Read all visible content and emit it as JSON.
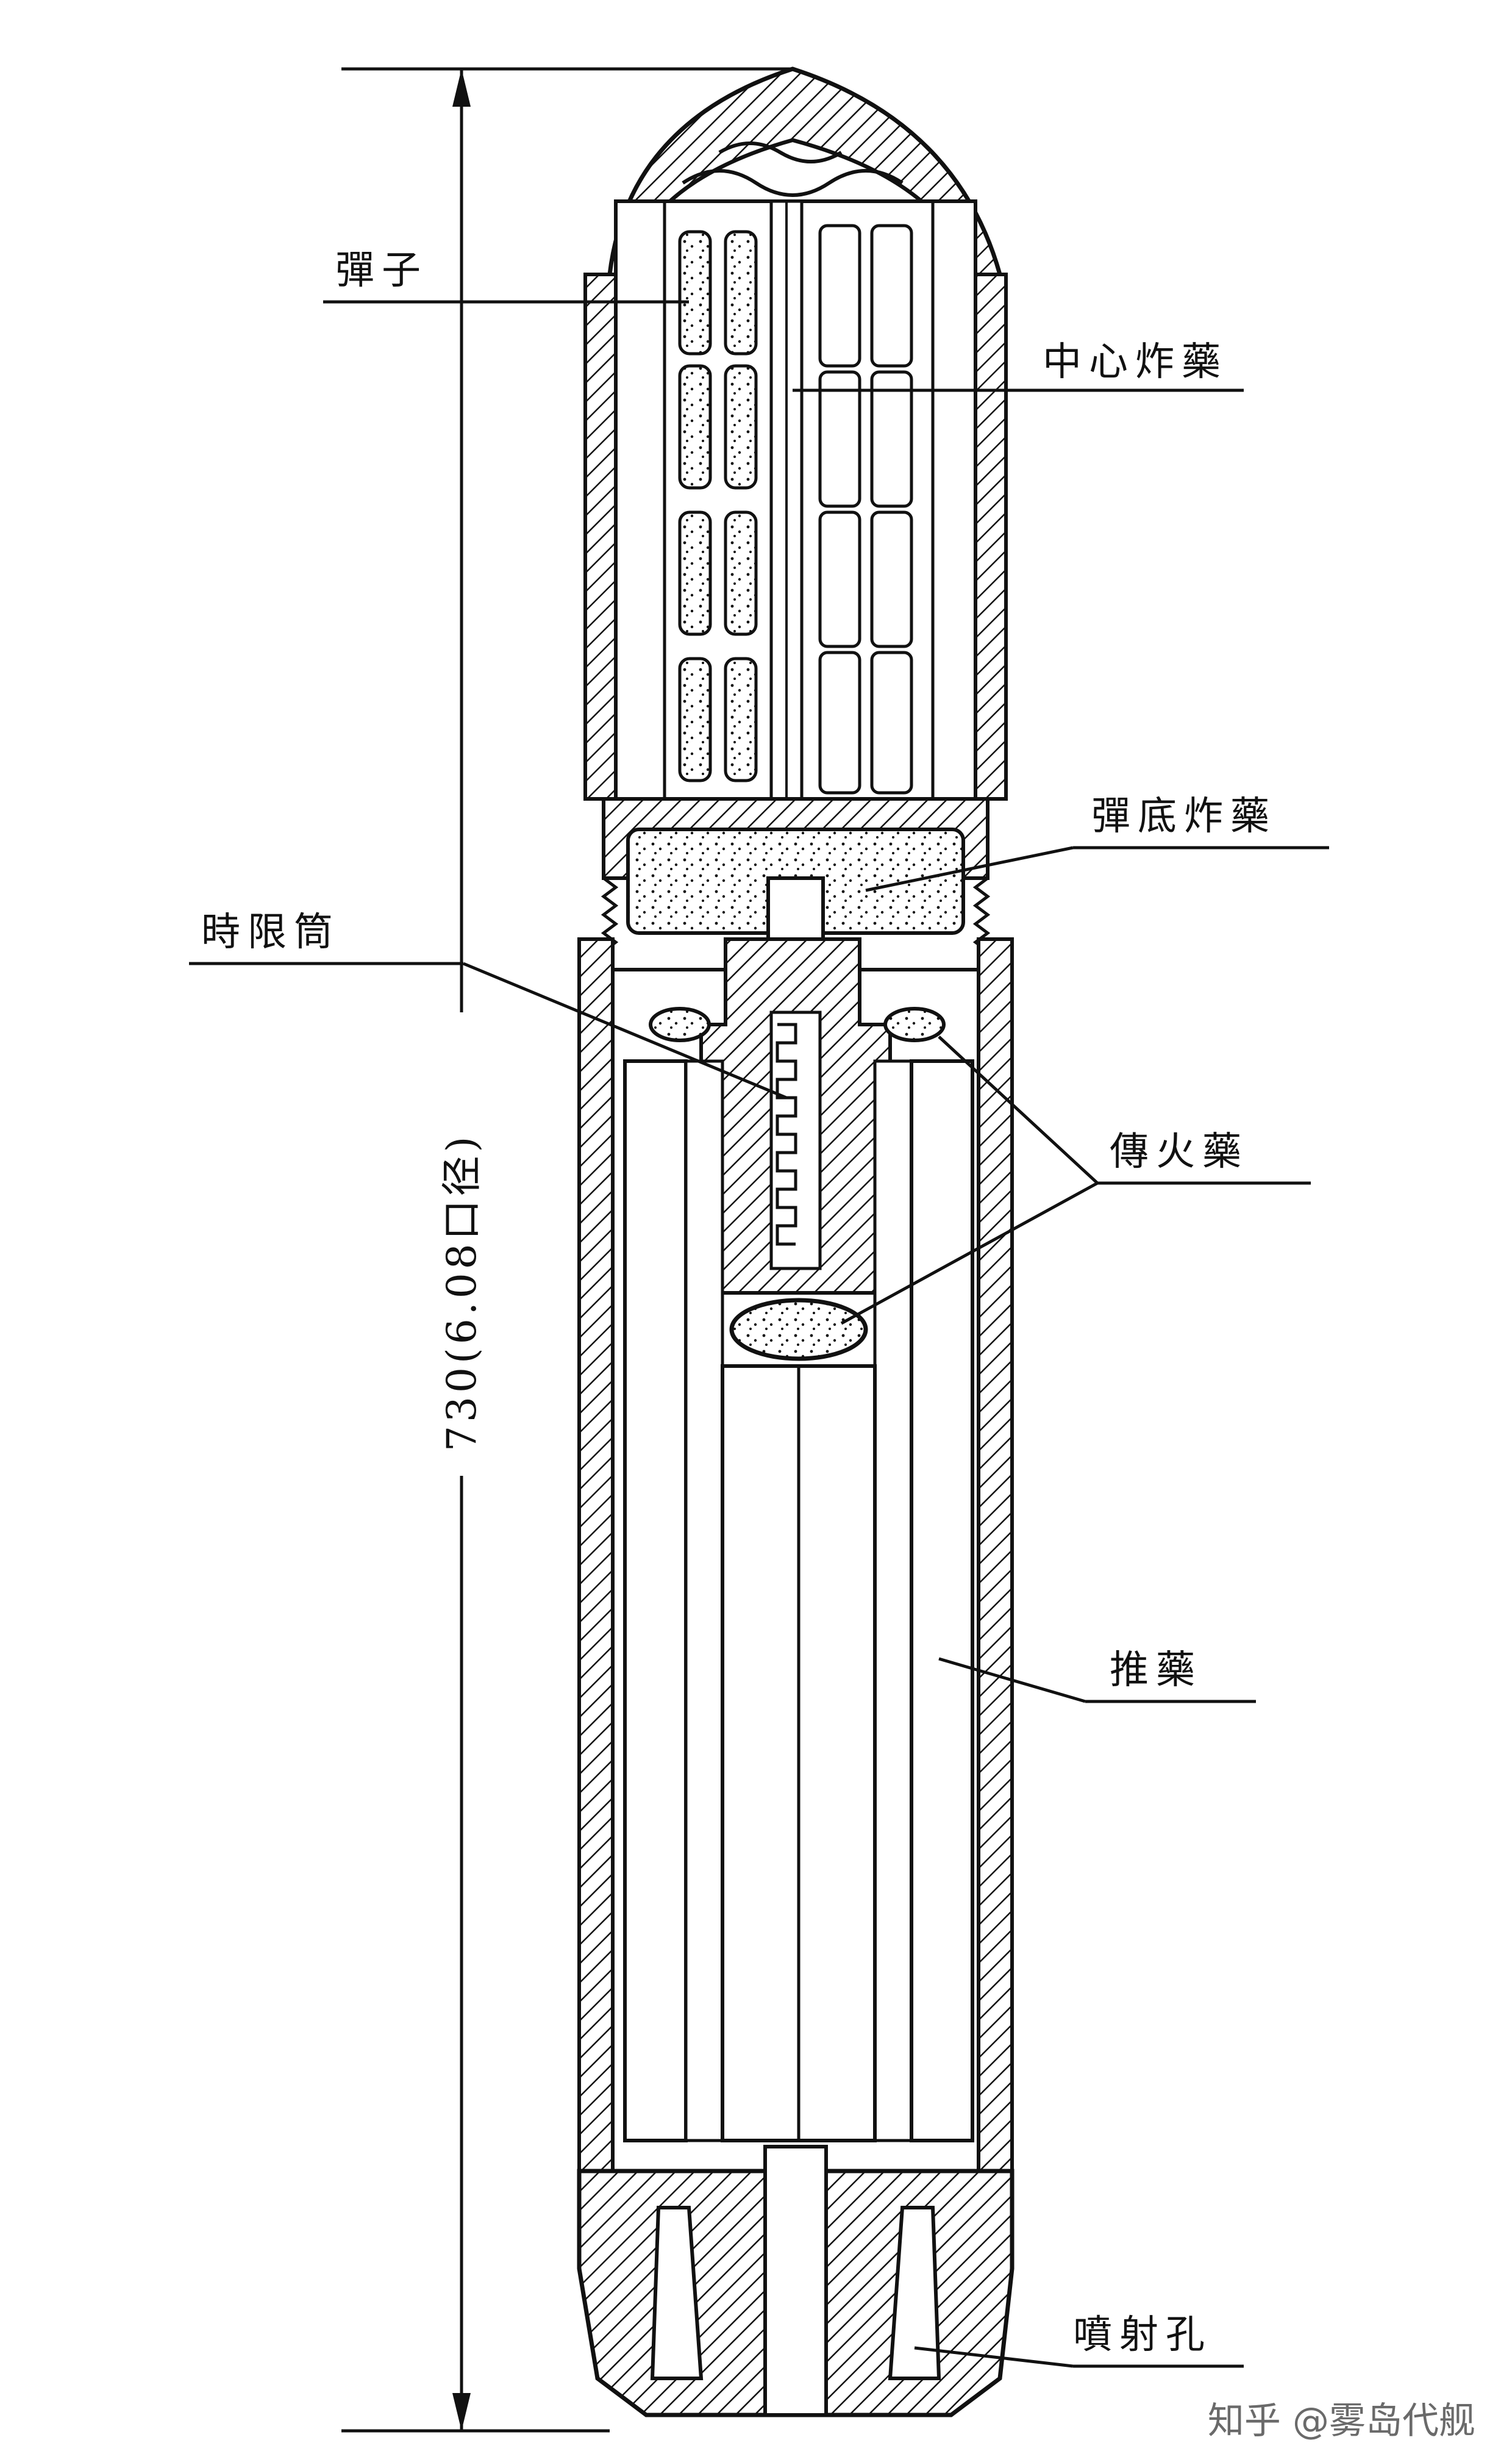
{
  "labels": {
    "submunitions": "彈子",
    "center_charge": "中心炸藥",
    "base_charge": "彈底炸藥",
    "time_fuze": "時限筒",
    "igniter": "傳火藥",
    "propellant": "推藥",
    "nozzles": "噴射孔"
  },
  "dimension": {
    "length_text": "730(6.08口径)"
  },
  "watermark": "知乎 @雾岛代舰",
  "colors": {
    "ink": "#111111",
    "paper": "#ffffff",
    "watermark": "#6a6a6a"
  }
}
